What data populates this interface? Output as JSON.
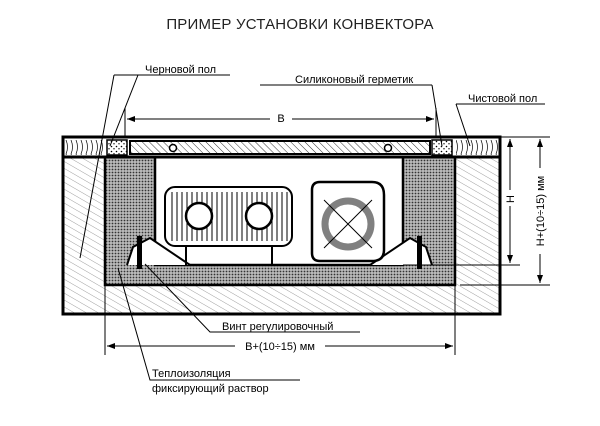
{
  "title": "ПРИМЕР УСТАНОВКИ КОНВЕКТОРА",
  "labels": {
    "rough_floor": "Черновой пол",
    "silicone_sealant": "Силиконовый герметик",
    "finish_floor": "Чистовой пол",
    "adjust_screw": "Винт регулировочный",
    "insulation": "Теплоизоляция",
    "fixing_mortar": "фиксирующий раствор"
  },
  "dimensions": {
    "width": "B",
    "width_total": "B+(10÷15) мм",
    "height": "H",
    "height_total": "H+(10÷15) мм"
  },
  "colors": {
    "line": "#000000",
    "fan_ring": "#808080"
  }
}
